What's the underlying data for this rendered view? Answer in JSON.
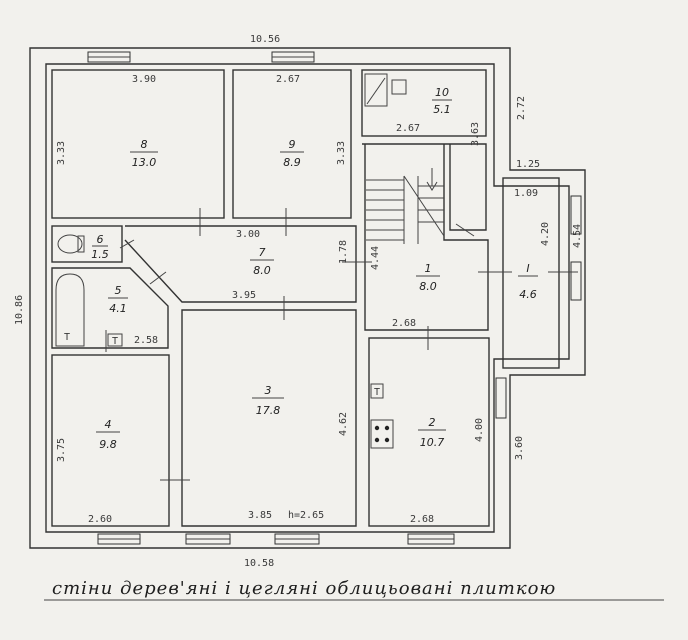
{
  "overall": {
    "top_width": "10.56",
    "bottom_width": "10.58",
    "left_height": "10.86",
    "right_upper": "2.72",
    "right_lower": "3.60"
  },
  "rooms": [
    {
      "number": "8",
      "area": "13.0"
    },
    {
      "number": "9",
      "area": "8.9"
    },
    {
      "number": "10",
      "area": "5.1"
    },
    {
      "number": "6",
      "area": "1.5"
    },
    {
      "number": "7",
      "area": "8.0"
    },
    {
      "number": "5",
      "area": "4.1"
    },
    {
      "number": "1",
      "area": "8.0"
    },
    {
      "number": "I",
      "area": "4.6"
    },
    {
      "number": "3",
      "area": "17.8"
    },
    {
      "number": "4",
      "area": "9.8"
    },
    {
      "number": "2",
      "area": "10.7"
    }
  ],
  "dims": {
    "r8_top": "3.90",
    "r8_side": "3.33",
    "r9_top": "2.67",
    "r9_side": "3.33",
    "r10_bottom": "2.67",
    "r10_side": "3.63",
    "porch_top": "1.25",
    "porch_inner": "1.09",
    "porch_h1": "4.20",
    "porch_h2": "4.54",
    "corr_a": "3.00",
    "corr_b": "1.78",
    "corr_c": "4.44",
    "corr_bottom": "3.95",
    "bath_bottom": "2.58",
    "r1_bottom": "2.68",
    "r4_side": "3.75",
    "r4_bottom": "2.60",
    "r3_side": "4.62",
    "r3_bottom": "3.85",
    "r3_height": "h=2.65",
    "r2_side": "4.00",
    "r2_bottom": "2.68"
  },
  "fixtures": {
    "bath_mark": "T",
    "sink_mark": "T",
    "stove_mark": "T"
  },
  "note": "стіни дерев'яні і цегляні облицьовані плиткою"
}
